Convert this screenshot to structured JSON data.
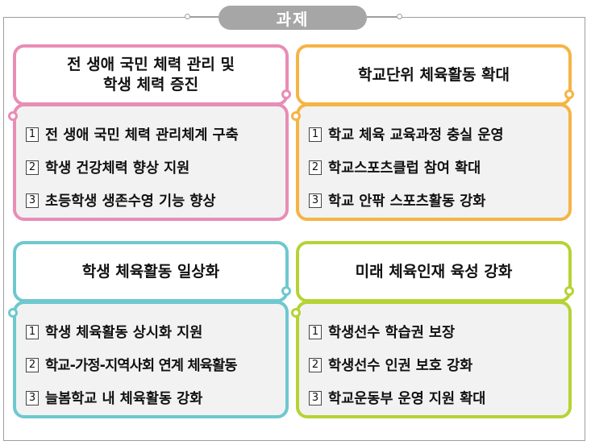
{
  "title": "과제",
  "colors": {
    "pink": "#e88db6",
    "orange": "#f5b445",
    "teal": "#6ec8cf",
    "lime": "#b5d334"
  },
  "panels": [
    {
      "heading": [
        "전 생애 국민 체력 관리 및",
        "학생 체력 증진"
      ],
      "items": [
        {
          "num": "1",
          "text": "전 생애 국민 체력 관리체계 구축"
        },
        {
          "num": "2",
          "text": "학생 건강체력 향상 지원"
        },
        {
          "num": "3",
          "text": "초등학생 생존수영 기능 향상"
        }
      ]
    },
    {
      "heading": [
        "학교단위 체육활동 확대"
      ],
      "items": [
        {
          "num": "1",
          "text": "학교 체육 교육과정 충실 운영"
        },
        {
          "num": "2",
          "text": "학교스포츠클럽 참여 확대"
        },
        {
          "num": "3",
          "text": "학교 안팎 스포츠활동 강화"
        }
      ]
    },
    {
      "heading": [
        "학생 체육활동 일상화"
      ],
      "items": [
        {
          "num": "1",
          "text": "학생 체육활동 상시화 지원"
        },
        {
          "num": "2",
          "text": "학교-가정-지역사회 연계 체육활동"
        },
        {
          "num": "3",
          "text": "늘봄학교 내 체육활동 강화"
        }
      ]
    },
    {
      "heading": [
        "미래 체육인재 육성 강화"
      ],
      "items": [
        {
          "num": "1",
          "text": "학생선수 학습권 보장"
        },
        {
          "num": "2",
          "text": "학생선수 인권 보호 강화"
        },
        {
          "num": "3",
          "text": "학교운동부 운영 지원 확대"
        }
      ]
    }
  ]
}
